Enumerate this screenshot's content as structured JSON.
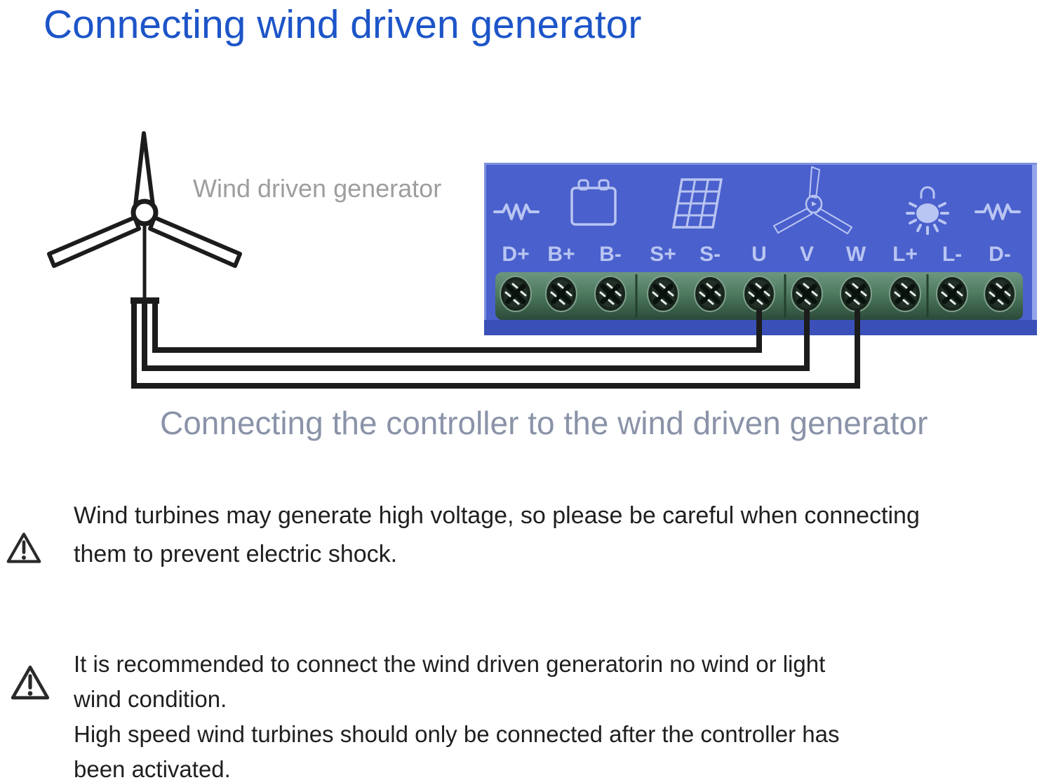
{
  "page": {
    "title": "Connecting wind driven generator"
  },
  "diagram": {
    "generator_label": "Wind driven generator",
    "caption": "Connecting the controller to the wind driven generator",
    "terminals": [
      "D+",
      "B+",
      "B-",
      "S+",
      "S-",
      "U",
      "V",
      "W",
      "L+",
      "L-",
      "D-"
    ],
    "wired_terminals": [
      "U",
      "V",
      "W"
    ],
    "panel_icons": [
      "resistor-icon",
      "battery-icon",
      "solar-panel-icon",
      "wind-turbine-icon",
      "lamp-icon",
      "resistor-icon"
    ]
  },
  "warnings": [
    {
      "icon": "warning-triangle-icon",
      "text": "Wind turbines may generate high voltage, so please be careful when connecting\nthem to prevent electric shock."
    },
    {
      "icon": "warning-triangle-icon",
      "text": "It is recommended to connect the wind driven generatorin no wind or light\nwind condition.\nHigh speed wind turbines should only be connected after the controller has\nbeen activated."
    }
  ],
  "colors": {
    "title_blue": "#1d55c8",
    "panel_blue": "#4a60cc",
    "panel_band": "#3a50b8",
    "panel_edge": "#7e90dd",
    "icon_light": "#b9c5f2",
    "strip_green": "#4e7a5f",
    "strip_green_dark": "#2b4a38",
    "caption_gray": "#8a93a8",
    "generator_label_gray": "#9e9e9e",
    "wire_black": "#1c1c1c",
    "body_text": "#1f1f1f"
  }
}
